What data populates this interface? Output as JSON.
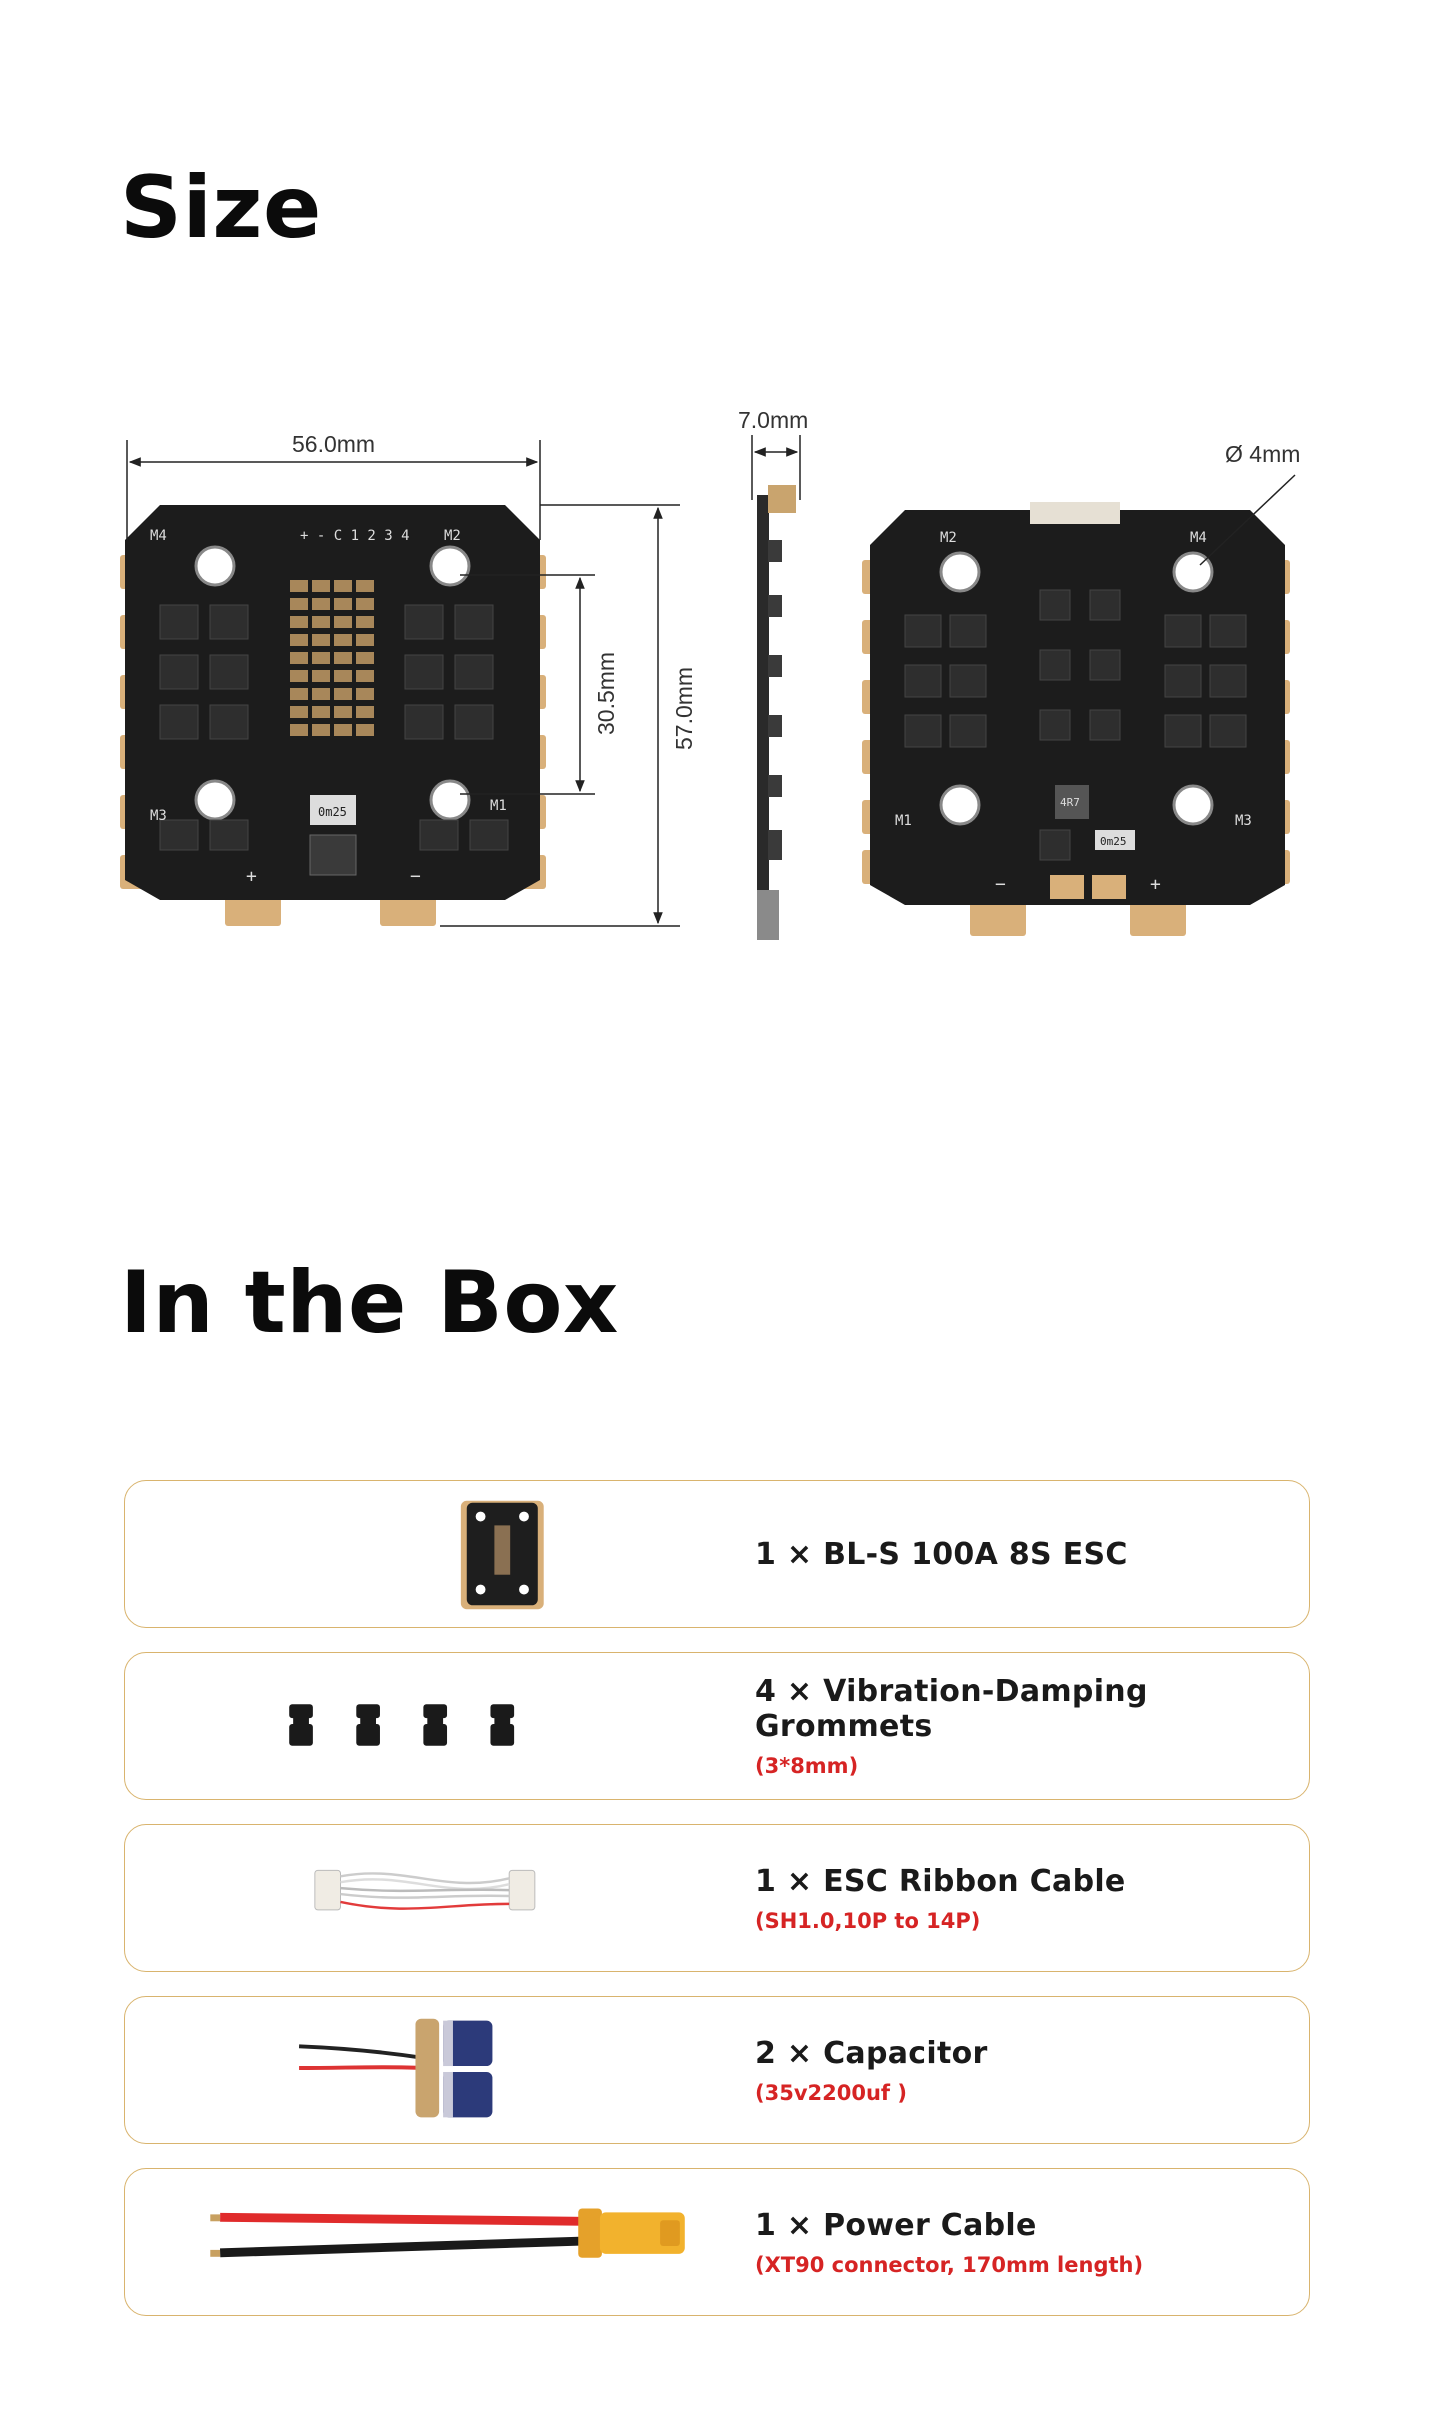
{
  "size_section": {
    "heading": "Size",
    "dimensions": {
      "width": "56.0mm",
      "height": "57.0mm",
      "mount": "30.5mm",
      "thickness": "7.0mm",
      "hole": "Ø 4mm"
    },
    "board_labels": {
      "front_m4": "M4",
      "front_m2": "M2",
      "front_m3": "M3",
      "front_m1": "M1",
      "front_header": "+ - C 1 2 3 4",
      "front_plus": "+",
      "front_minus": "−",
      "front_res": "0m25",
      "back_m2": "M2",
      "back_m4": "M4",
      "back_m1": "M1",
      "back_m3": "M3",
      "back_minus": "−",
      "back_plus": "+",
      "back_chip": "4R7",
      "back_res": "0m25"
    }
  },
  "box_section": {
    "heading": "In the Box",
    "items": [
      {
        "title": "1 × BL-S 100A 8S ESC",
        "subtitle": ""
      },
      {
        "title": "4 × Vibration-Damping Grommets",
        "subtitle": "(3*8mm)"
      },
      {
        "title": "1 × ESC Ribbon Cable",
        "subtitle": "(SH1.0,10P to 14P)"
      },
      {
        "title": "2 × Capacitor",
        "subtitle": "(35v2200uf )"
      },
      {
        "title": "1 × Power Cable",
        "subtitle": "(XT90 connector, 170mm length)"
      }
    ]
  },
  "colors": {
    "border": "#d9b46e",
    "accent_red": "#d62424",
    "pcb": "#1c1c1c",
    "pad_gold": "#d9b07a"
  }
}
